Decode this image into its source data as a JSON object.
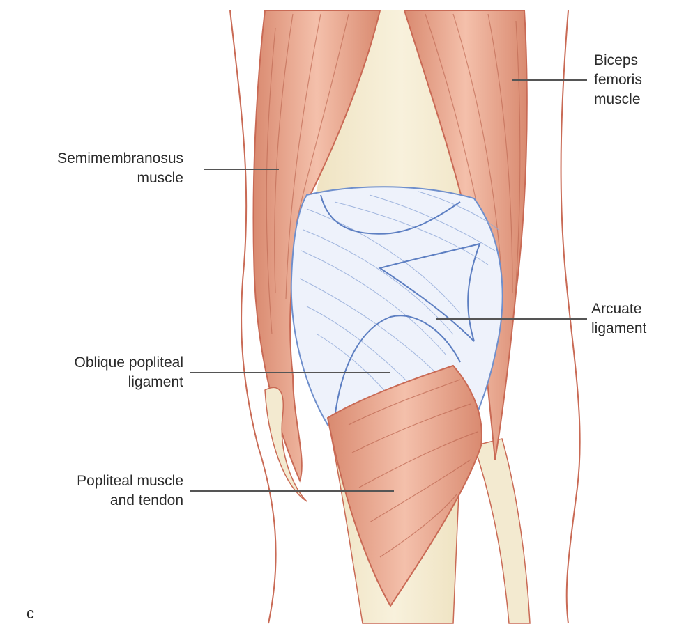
{
  "labels": {
    "biceps": [
      "Biceps",
      "femoris",
      "muscle"
    ],
    "semimembranosus": [
      "Semimembranosus",
      "muscle"
    ],
    "arcuate": [
      "Arcuate",
      "ligament"
    ],
    "oblique": [
      "Oblique popliteal",
      "ligament"
    ],
    "popliteal": [
      "Popliteal muscle",
      "and tendon"
    ]
  },
  "panel_letter": "c",
  "colors": {
    "muscle": "#e9a48d",
    "muscle_dark": "#cf7a62",
    "muscle_light": "#f6cdbd",
    "bone": "#f3ead0",
    "bone_dark": "#e6d7ab",
    "ligament": "#eef2fb",
    "ligament_line": "#6f8fcc",
    "outline": "#c96a55",
    "leader": "#555555"
  }
}
